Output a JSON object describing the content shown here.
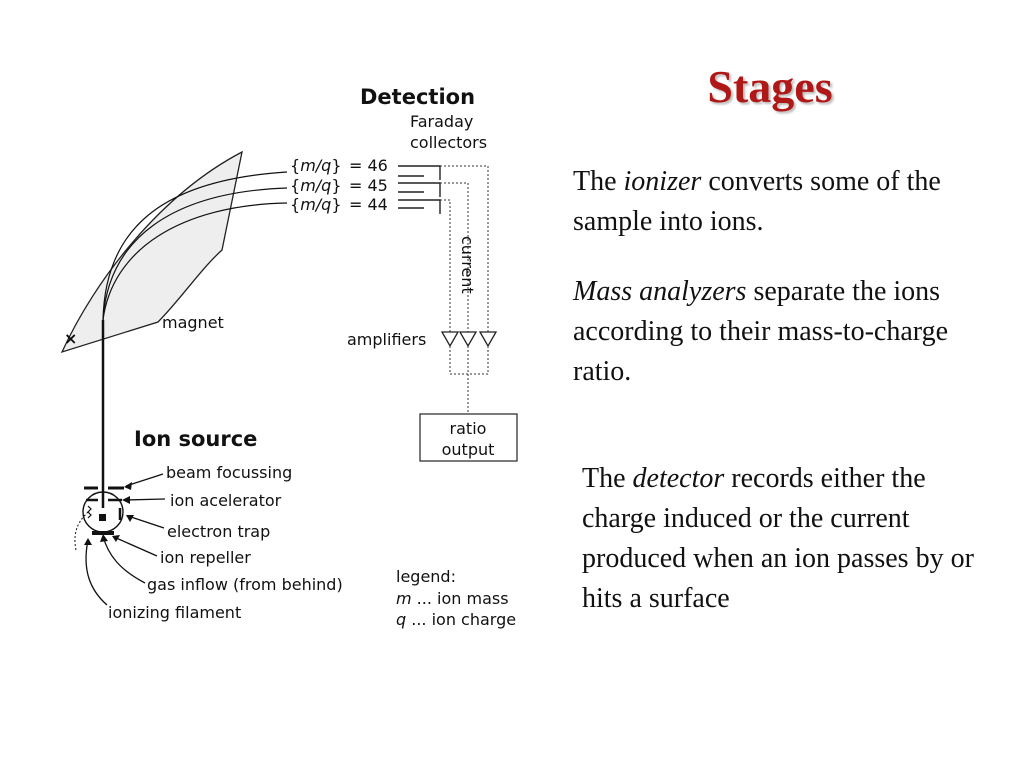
{
  "slide": {
    "title": "Stages",
    "paragraphs": [
      {
        "emphasis_before": "The ",
        "emphasis": "ionizer",
        "rest": " converts some of the sample into ions."
      },
      {
        "emphasis_before": "",
        "emphasis": "Mass analyzers",
        "rest": " separate the ions according to their mass-to-charge ratio."
      },
      {
        "emphasis_before": "The ",
        "emphasis": "detector",
        "rest": " records either the charge induced or the current produced when an ion passes by or hits a surface"
      }
    ],
    "title_color": "#b01717"
  },
  "diagram": {
    "detection_heading": "Detection",
    "faraday_line1": "Faraday",
    "faraday_line2": "collectors",
    "mq_label": "m/q",
    "mq_values": [
      "= 46",
      "= 45",
      "= 44"
    ],
    "current_label": "current",
    "amplifiers_label": "amplifiers",
    "ratio_line1": "ratio",
    "ratio_line2": "output",
    "magnet_label": "magnet",
    "x_mark": "×",
    "ion_source_heading": "Ion source",
    "source_labels": [
      "beam focussing",
      "ion acelerator",
      "electron trap",
      "ion repeller",
      "gas inflow (from behind)",
      "ionizing filament"
    ],
    "legend_title": "legend:",
    "legend_m_sym": "m",
    "legend_m_text": " ... ion mass",
    "legend_q_sym": "q",
    "legend_q_text": " ... ion charge"
  }
}
